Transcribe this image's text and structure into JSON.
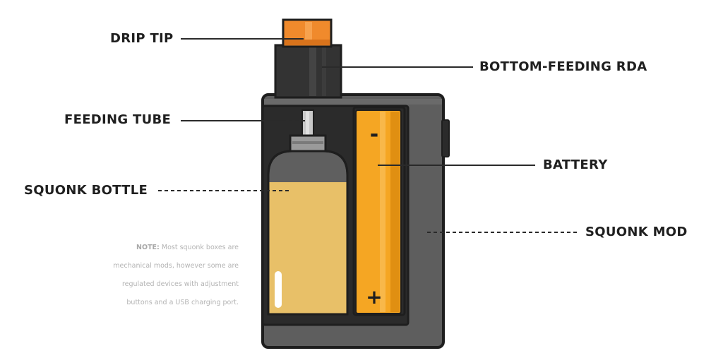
{
  "labels": {
    "drip_tip": "DRIP TIP",
    "bottom_feeding_rda": "BOTTOM-FEEDING RDA",
    "feeding_tube": "FEEDING TUBE",
    "battery": "BATTERY",
    "squonk_bottle": "SQUONK BOTTLE",
    "squonk_mod": "SQUONK MOD"
  },
  "battery_signs": {
    "minus": "-",
    "plus": "+"
  },
  "note": {
    "heading": "NOTE:",
    "line1": "Most squonk boxes are",
    "line2": "mechanical mods, however some are",
    "line3": "regulated devices with adjustment",
    "line4": "buttons and a USB charging port."
  },
  "colors": {
    "drip_tip": "#f08a2c",
    "rda": "#333333",
    "mod_body": "#5e5e5e",
    "mod_outline": "#1e1e1e",
    "cavity": "#2b2b2b",
    "battery": "#f5a623",
    "bottle_liquid": "#e8c068",
    "bottle_empty": "#5f5f5f",
    "feeding_tube": "#c8c8c8",
    "text": "#1f1f1f",
    "note_text": "#b3b3b3"
  }
}
